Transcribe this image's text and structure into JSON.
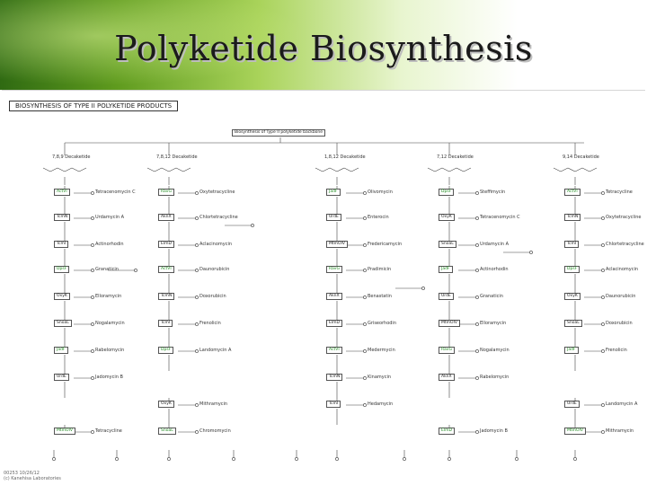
{
  "slide": {
    "title": "Polyketide Biosynthesis"
  },
  "pathway": {
    "header": "BIOSYNTHESIS OF TYPE II POLYKETIDE PRODUCTS",
    "top_node": "Biosynthesis of Type II polyketide backbone",
    "backbones": [
      "7,8,9 Decaketide",
      "7,8,12 Decaketide",
      "1,8,12 Decaketide",
      "7,12 Decaketide",
      "9,14 Decaketide"
    ],
    "products": [
      "Tetracenomycin C",
      "Urdamycin A",
      "Actinorhodin",
      "Granaticin",
      "Elloramycin",
      "Nogalamycin",
      "Rabelomycin",
      "Jadomycin B",
      "Tetracycline",
      "Oxytetracycline",
      "Chlortetracycline",
      "Aclacinomycin",
      "Daunorubicin",
      "Doxorubicin",
      "Frenolicin",
      "Landomycin A",
      "Mithramycin",
      "Chromomycin",
      "Olivomycin",
      "Enterocin",
      "Fredericamycin",
      "Pradimicin",
      "Benastatin",
      "Griseorhodin",
      "Medermycin",
      "Kinamycin",
      "Hedamycin",
      "Steffimycin"
    ],
    "enzymes": [
      "ActVI",
      "TcmN",
      "TcmI",
      "DpsF",
      "OxyK",
      "SnoaL",
      "JadF",
      "UrdE",
      "MtmOIV",
      "RavG",
      "AknX",
      "ElmD"
    ],
    "footnote_1": "00253 10/26/12",
    "footnote_2": "(c) Kanehisa Laboratories"
  }
}
